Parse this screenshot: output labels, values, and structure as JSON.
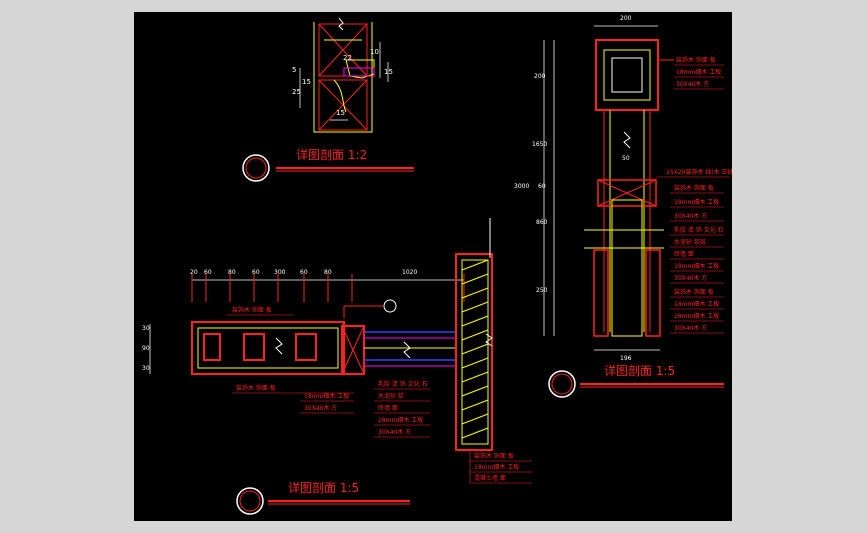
{
  "colors": {
    "background": "#d6d6d6",
    "canvas": "#000000",
    "red": "#ff2020",
    "yellow": "#ffff00",
    "white": "#ffffff",
    "blue": "#3a3aff",
    "magenta": "#ff00ff",
    "dim_gray": "#bfbfbf"
  },
  "titles": {
    "detail_top": "详图剖面  1:2",
    "detail_right": "详图剖面  1:5",
    "detail_bottom": "详图剖面  1:5"
  },
  "top_detail": {
    "dim_10": "10",
    "dim_22": "22",
    "dim_15_right": "15",
    "dim_15_left": "15",
    "dim_5": "5",
    "dim_25": "25",
    "dim_15_bottom": "15"
  },
  "right_detail": {
    "dim_top": "200",
    "dim_bottom": "196",
    "dims_left": [
      "200",
      "1650",
      "3000",
      "60",
      "860",
      "250"
    ],
    "dim_mid": "50",
    "notes_top": [
      "装饰木 饰面 板",
      "18mm细木 工板",
      "30X40木 方"
    ],
    "note_divider": "15X20装饰木 线(木 压线)",
    "notes_mid": [
      "装饰木 饰面 板",
      "18mm细木 工板",
      "30X40木 方"
    ],
    "notes_wall": [
      "乳胶 漆 饰 文化 石",
      "水泥砂 浆层",
      "砖墙 面"
    ],
    "notes_low": [
      "18mm细木 工板",
      "30X40木 方"
    ],
    "notes_bottom": [
      "装饰木 饰面 板",
      "18mm细木 工板",
      "18mm细木 工板",
      "30X40木 方"
    ]
  },
  "bottom_detail": {
    "dims_top": [
      "20",
      "60",
      "80",
      "60",
      "300",
      "60",
      "80",
      "1020"
    ],
    "dims_left": [
      "30",
      "90",
      "30"
    ],
    "note_top": "装饰木 饰面 板",
    "notes_left": [
      "装饰木 饰面 板",
      "18mm细木 工板",
      "30X40木 方"
    ],
    "notes_mid": [
      "乳胶 漆 饰 文化 石",
      "水泥砂 浆",
      "砖墙 面",
      "18mm细木 工板",
      "30X40木 方"
    ],
    "notes_wall": [
      "装饰木 饰面 板",
      "18mm细木 工板",
      "混凝土墙 面"
    ]
  }
}
